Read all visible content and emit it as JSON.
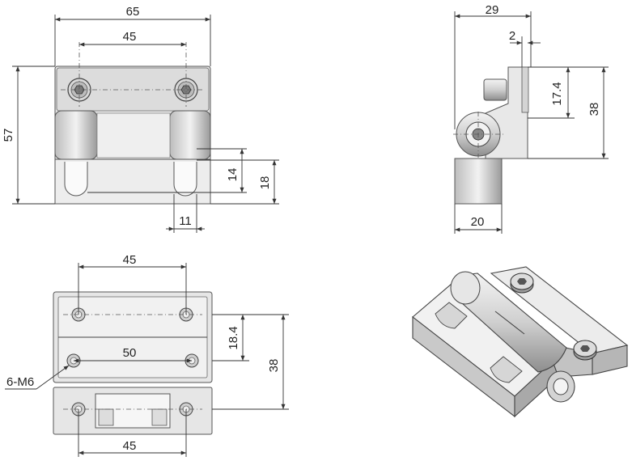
{
  "views": {
    "front": {
      "dims": {
        "overall_width": "65",
        "hole_spacing_top": "45",
        "overall_height": "57",
        "slot_length": "14",
        "slot_total": "18",
        "slot_width": "11"
      }
    },
    "side": {
      "dims": {
        "depth": "29",
        "offset": "2",
        "leaf_height": "17.4",
        "height": "38",
        "base_depth": "20"
      }
    },
    "bottom": {
      "dims": {
        "hole_spacing_top": "45",
        "hole_spacing_wide": "50",
        "leaf_height": "18.4",
        "height": "38",
        "hole_spacing_bottom": "45"
      },
      "callout": "6-M6"
    }
  },
  "colors": {
    "line": "#333333",
    "metal": "#e6e6e6"
  },
  "icons": [
    "hex-socket-screw-icon",
    "hinge-3d-icon"
  ]
}
